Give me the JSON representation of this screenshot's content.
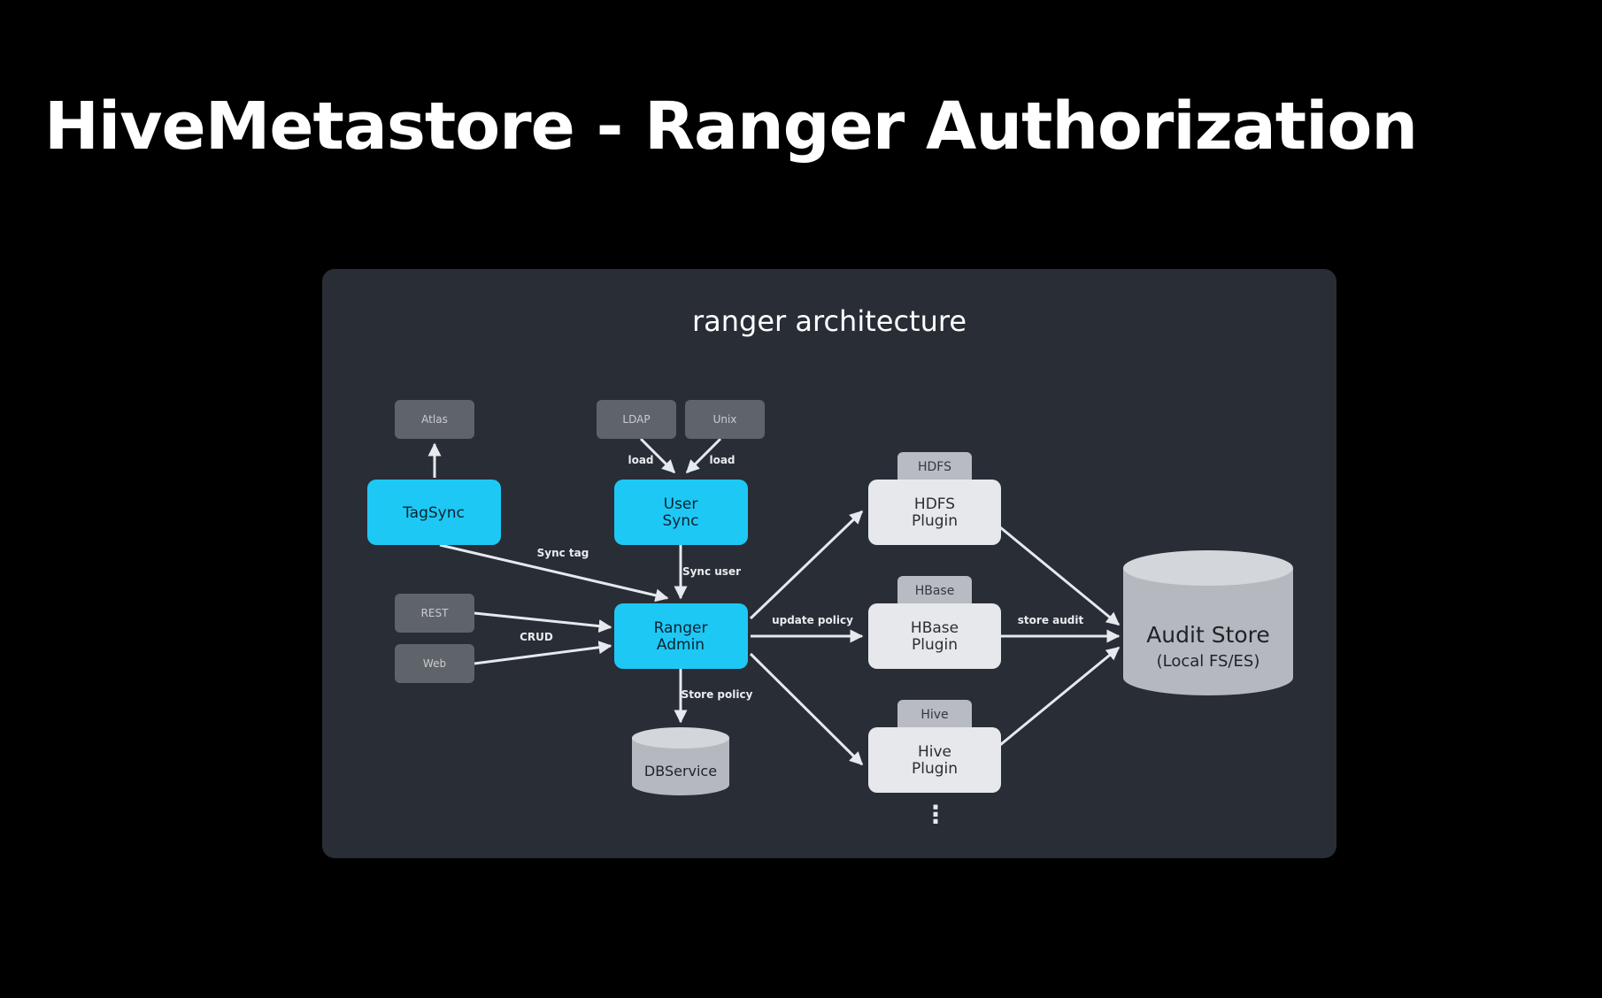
{
  "slide": {
    "title": "HiveMetastore - Ranger Authorization"
  },
  "diagram": {
    "title": "ranger architecture",
    "nodes": {
      "atlas": "Atlas",
      "ldap": "LDAP",
      "unix": "Unix",
      "tagsync": "TagSync",
      "usersync_line1": "User",
      "usersync_line2": "Sync",
      "rest": "REST",
      "web": "Web",
      "admin_line1": "Ranger",
      "admin_line2": "Admin",
      "dbservice": "DBService",
      "hdfs_tab": "HDFS",
      "hdfs_line1": "HDFS",
      "hdfs_line2": "Plugin",
      "hbase_tab": "HBase",
      "hbase_line1": "HBase",
      "hbase_line2": "Plugin",
      "hive_tab": "Hive",
      "hive_line1": "Hive",
      "hive_line2": "Plugin",
      "audit_line1": "Audit Store",
      "audit_line2": "(Local FS/ES)",
      "more": "⋮"
    },
    "edges": {
      "load_ldap": "load",
      "load_unix": "load",
      "sync_tag": "Sync tag",
      "sync_user": "Sync user",
      "crud": "CRUD",
      "update_policy": "update policy",
      "store_audit": "store audit",
      "store_policy": "Store policy"
    },
    "colors": {
      "slide_bg": "#000000",
      "panel_bg": "#282d36",
      "grey_box": "#5f646b",
      "blue_box": "#1ec8f5",
      "white_box": "#e6e8eb",
      "tab": "#b8bcc2",
      "edge": "#e6e9ed"
    }
  }
}
